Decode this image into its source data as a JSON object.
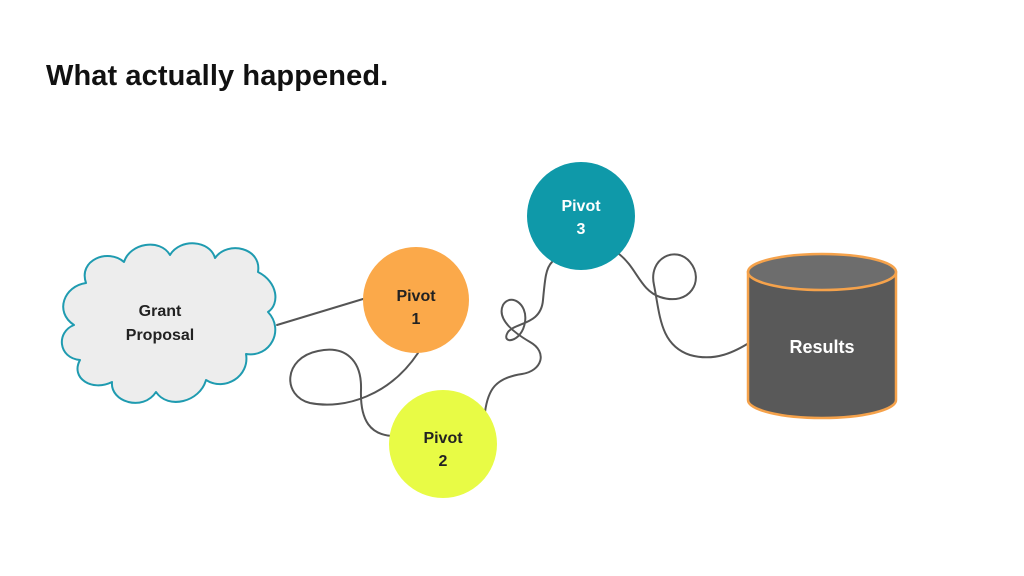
{
  "slide": {
    "title": "What actually happened."
  },
  "nodes": {
    "grant_proposal": {
      "line1": "Grant",
      "line2": "Proposal",
      "shape": "cloud",
      "fill": "#ededed",
      "stroke": "#1f9bb0"
    },
    "pivot1": {
      "line1": "Pivot",
      "line2": "1",
      "fill": "#fba94a",
      "text_color": "#222222"
    },
    "pivot2": {
      "line1": "Pivot",
      "line2": "2",
      "fill": "#e8fb45",
      "text_color": "#222222"
    },
    "pivot3": {
      "line1": "Pivot",
      "line2": "3",
      "fill": "#0f99a9",
      "text_color": "#ffffff"
    },
    "results": {
      "label": "Results",
      "shape": "cylinder",
      "fill": "#595959",
      "stroke": "#f5a24b",
      "text_color": "#ffffff"
    }
  },
  "connector_color": "#555555"
}
